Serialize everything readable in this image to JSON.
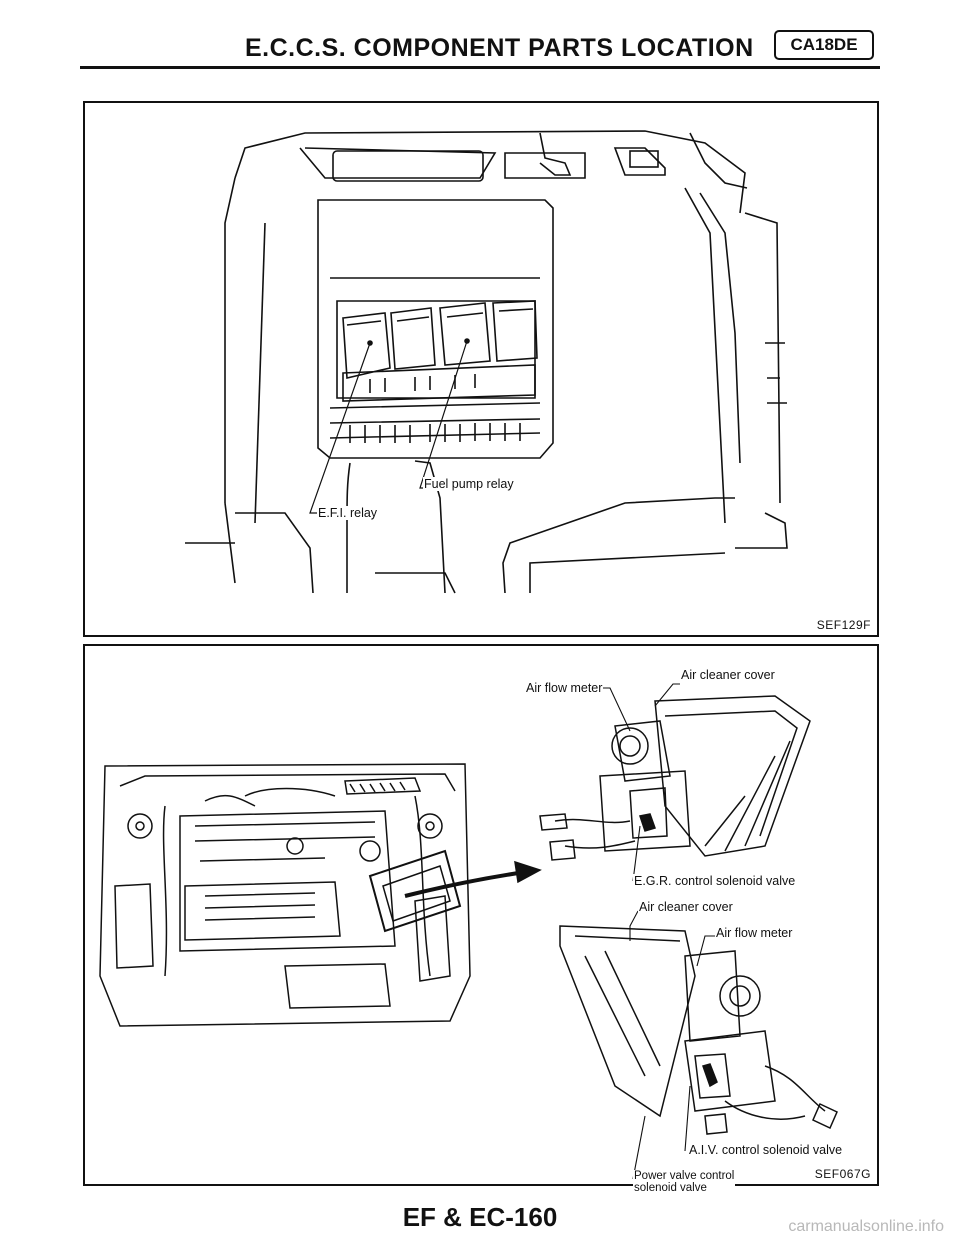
{
  "header": {
    "title": "E.C.C.S. COMPONENT PARTS LOCATION",
    "badge": "CA18DE"
  },
  "figure_top": {
    "code": "SEF129F",
    "labels": {
      "fuel_pump_relay": "Fuel pump relay",
      "efi_relay": "E.F.I. relay"
    }
  },
  "figure_bottom": {
    "code": "SEF067G",
    "labels": {
      "air_flow_meter_1": "Air flow meter",
      "air_cleaner_cover_1": "Air cleaner cover",
      "egr_valve": "E.G.R. control solenoid valve",
      "air_cleaner_cover_2": "Air cleaner cover",
      "air_flow_meter_2": "Air flow meter",
      "aiv_valve": "A.I.V. control solenoid valve",
      "power_valve_line1": "Power valve control",
      "power_valve_line2": "solenoid valve"
    }
  },
  "footer": {
    "page": "EF & EC-160"
  },
  "watermark": "carmanualsonline.info"
}
